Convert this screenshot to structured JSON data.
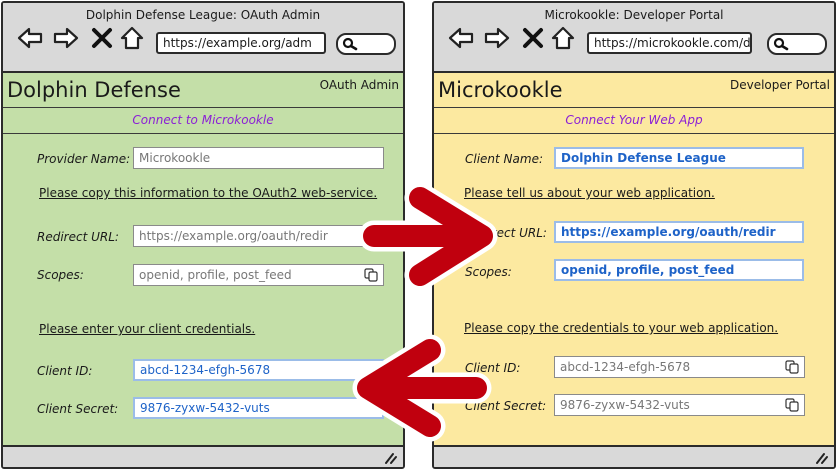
{
  "left_window": {
    "title": "Dolphin Defense League: OAuth Admin",
    "url": "https://example.org/adm",
    "app_name": "Dolphin Defense",
    "section": "OAuth Admin",
    "subheading": "Connect to Microkookle",
    "provider_name_label": "Provider Name:",
    "provider_name_value": "Microkookle",
    "copy_note": "Please copy this information to the OAuth2 web-service.",
    "redirect_label": "Redirect URL:",
    "redirect_value": "https://example.org/oauth/redir",
    "scopes_label": "Scopes:",
    "scopes_value": "openid, profile, post_feed",
    "credentials_note": "Please enter your client credentials.",
    "client_id_label": "Client ID:",
    "client_id_value": "abcd-1234-efgh-5678",
    "client_secret_label": "Client Secret:",
    "client_secret_value": "9876-zyxw-5432-vuts",
    "background_color": "#c4dfa8"
  },
  "right_window": {
    "title": "Microkookle: Developer Portal",
    "url": "https://microkookle.com/d",
    "app_name": "Microkookle",
    "section": "Developer Portal",
    "subheading": "Connect Your Web App",
    "client_name_label": "Client Name:",
    "client_name_value": "Dolphin Defense League",
    "tell_note": "Please tell us about your web application.",
    "redirect_label": "Redirect URL:",
    "redirect_value": "https://example.org/oauth/redir",
    "scopes_label": "Scopes:",
    "scopes_value": "openid, profile, post_feed",
    "copy_note": "Please copy the credentials to your web application.",
    "client_id_label": "Client ID:",
    "client_id_value": "abcd-1234-efgh-5678",
    "client_secret_label": "Client Secret:",
    "client_secret_value": "9876-zyxw-5432-vuts",
    "background_color": "#fce9a0"
  },
  "colors": {
    "arrow": "#c0000e",
    "subheading": "#8b1fd6",
    "active_text": "#1e63c8",
    "active_border": "#9bbce8"
  },
  "icons": {
    "back": "back-arrow-icon",
    "forward": "forward-arrow-icon",
    "stop": "close-icon",
    "home": "home-icon",
    "search": "search-icon",
    "copy": "copy-icon",
    "resize": "resize-grip-icon"
  }
}
